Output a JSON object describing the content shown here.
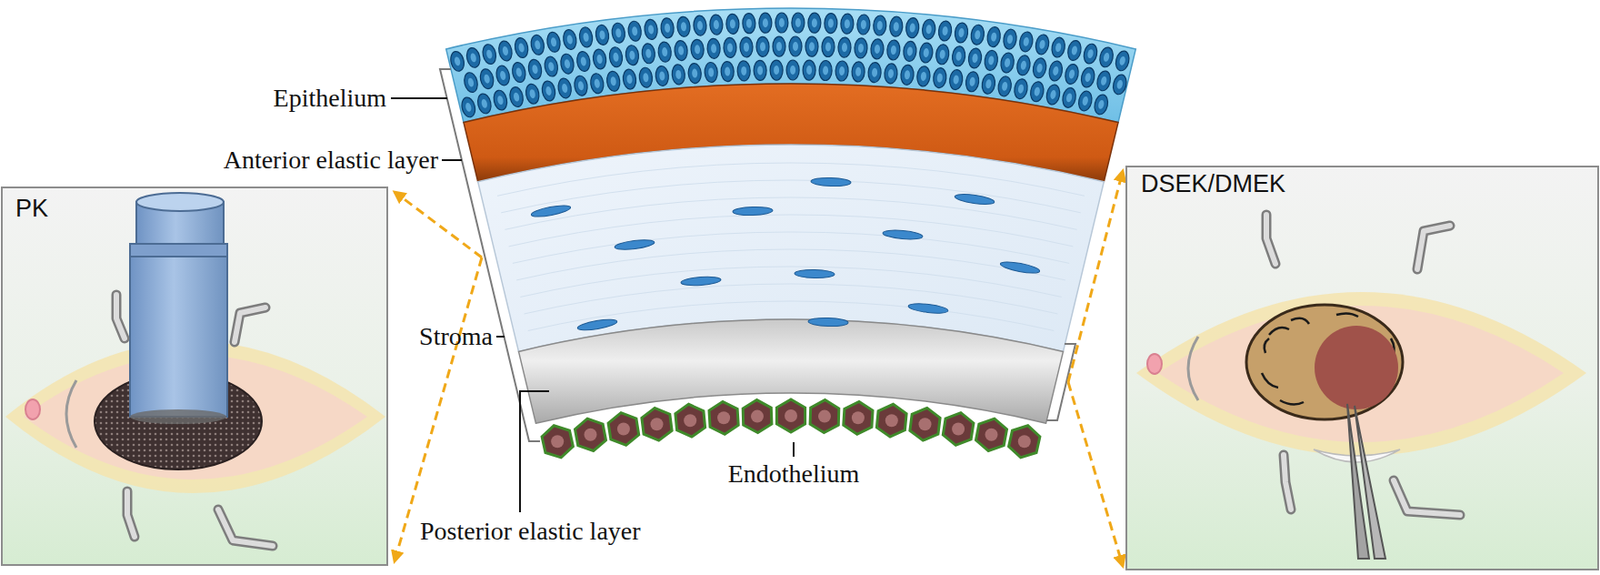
{
  "diagram": {
    "nodes": [
      {
        "text": [
          "PK"
        ]
      },
      {
        "text": [
          "DSEK/DMEK"
        ]
      }
    ],
    "labels": [
      "Epithelium",
      "Anterior elastic layer",
      "Stroma",
      "Posterior elastic layer",
      "Endothelium"
    ]
  }
}
